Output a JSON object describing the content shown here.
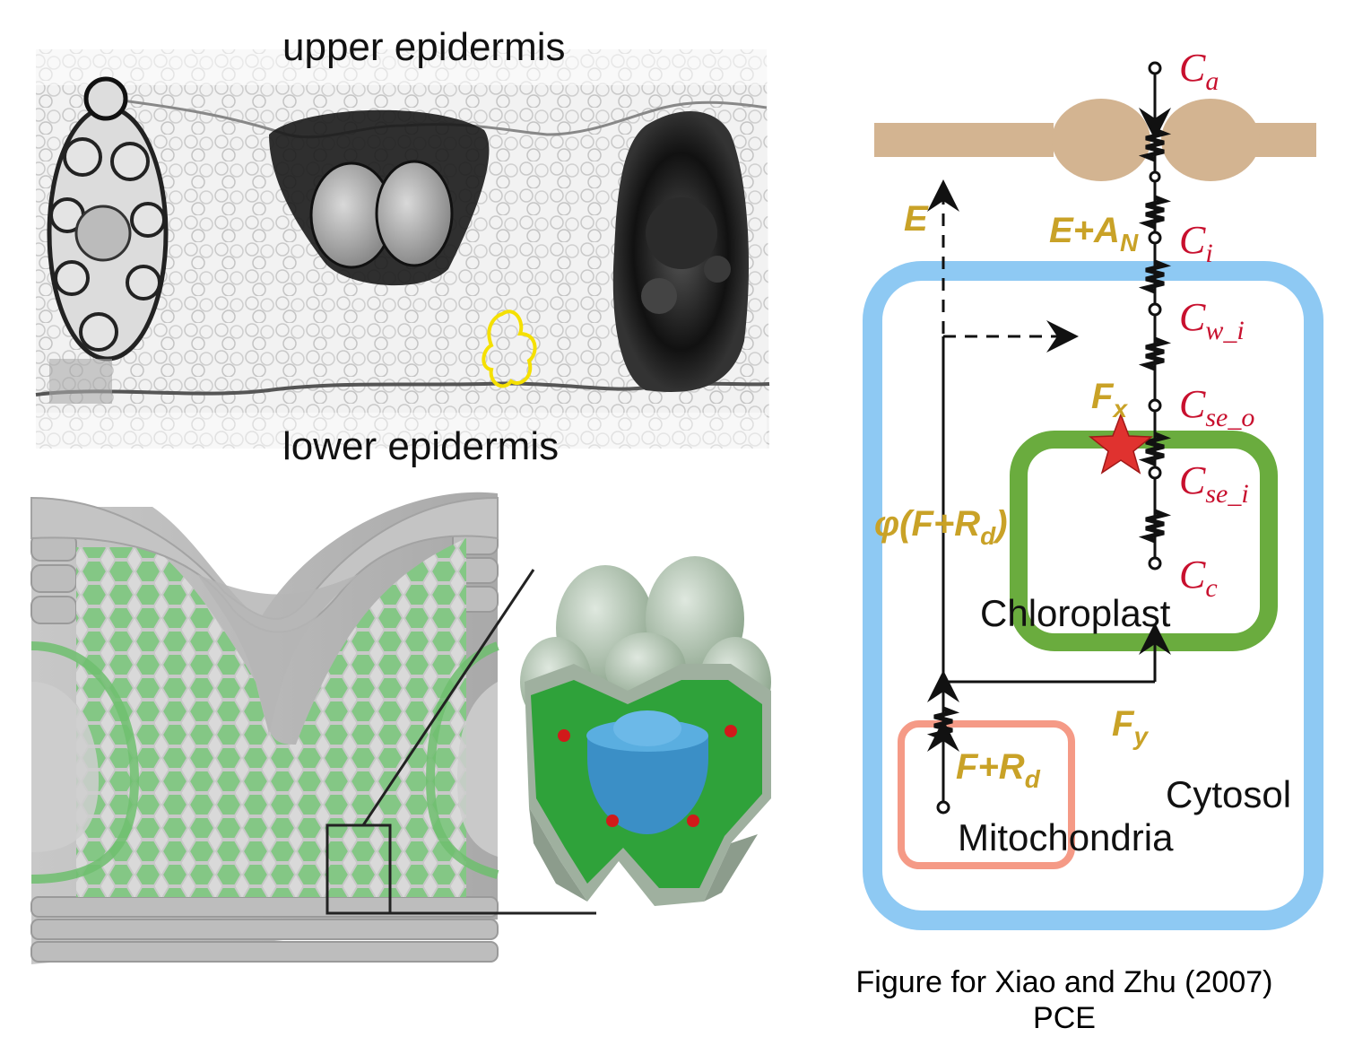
{
  "micrograph": {
    "upper_label": "upper epidermis",
    "lower_label": "lower epidermis"
  },
  "diagram": {
    "C_a": {
      "base": "C",
      "sub": "a"
    },
    "C_i": {
      "base": "C",
      "sub": "i"
    },
    "C_w_i": {
      "base": "C",
      "sub": "w_i"
    },
    "C_se_o": {
      "base": "C",
      "sub": "se_o"
    },
    "C_se_i": {
      "base": "C",
      "sub": "se_i"
    },
    "C_c": {
      "base": "C",
      "sub": "c"
    },
    "E": "E",
    "E_AN": {
      "base": "E+A",
      "sub": "N"
    },
    "F_x": {
      "base": "F",
      "sub": "x"
    },
    "phi": {
      "base": "φ(F+R",
      "sub": "d",
      "tail": ")"
    },
    "F_y": {
      "base": "F",
      "sub": "y"
    },
    "F_Rd": {
      "base": "F+R",
      "sub": "d"
    },
    "chloroplast": "Chloroplast",
    "cytosol": "Cytosol",
    "mitochondria": "Mitochondria"
  },
  "caption": {
    "line1": "Figure for Xiao and Zhu (2007)",
    "line2": "PCE"
  },
  "colors": {
    "cell_wall": "#8ec9f3",
    "chloroplast": "#6aac3e",
    "mitochondria": "#f59a86",
    "stomata": "#d3b491",
    "concentration_text": "#c8102e",
    "flux_text": "#c9a227",
    "star": "#e0322f",
    "mesophyll_green": "#7cc07a",
    "vacuole_blue": "#3b8fc6"
  }
}
